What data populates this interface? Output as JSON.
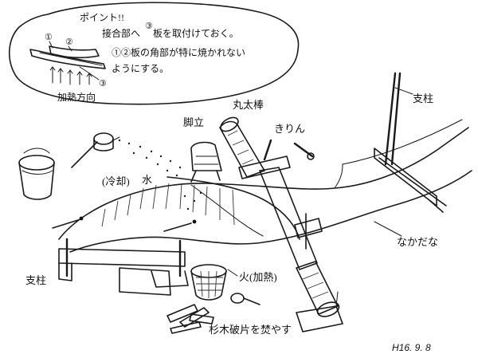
{
  "callout": {
    "title": "ポイント!!",
    "line1_pre": "接合部へ",
    "line1_mark": "③",
    "line1_post": "板を取付けておく。",
    "line2": "①②板の角部が特に焼かれない",
    "line3": "ようにする。",
    "marker1": "①",
    "marker2": "②",
    "marker3": "③",
    "heat_direction": "加熱方向"
  },
  "labels": {
    "support_top_right": "支柱",
    "support_left": "支柱",
    "log_lever": "丸太棒",
    "stand": "脚立",
    "jack": "きりん",
    "water": "水",
    "cooling": "(冷却)",
    "fire": "火(加熱)",
    "keel_plank": "なかだな",
    "fuel": "杉木破片を焚やす"
  },
  "date": "H16. 9. 8"
}
